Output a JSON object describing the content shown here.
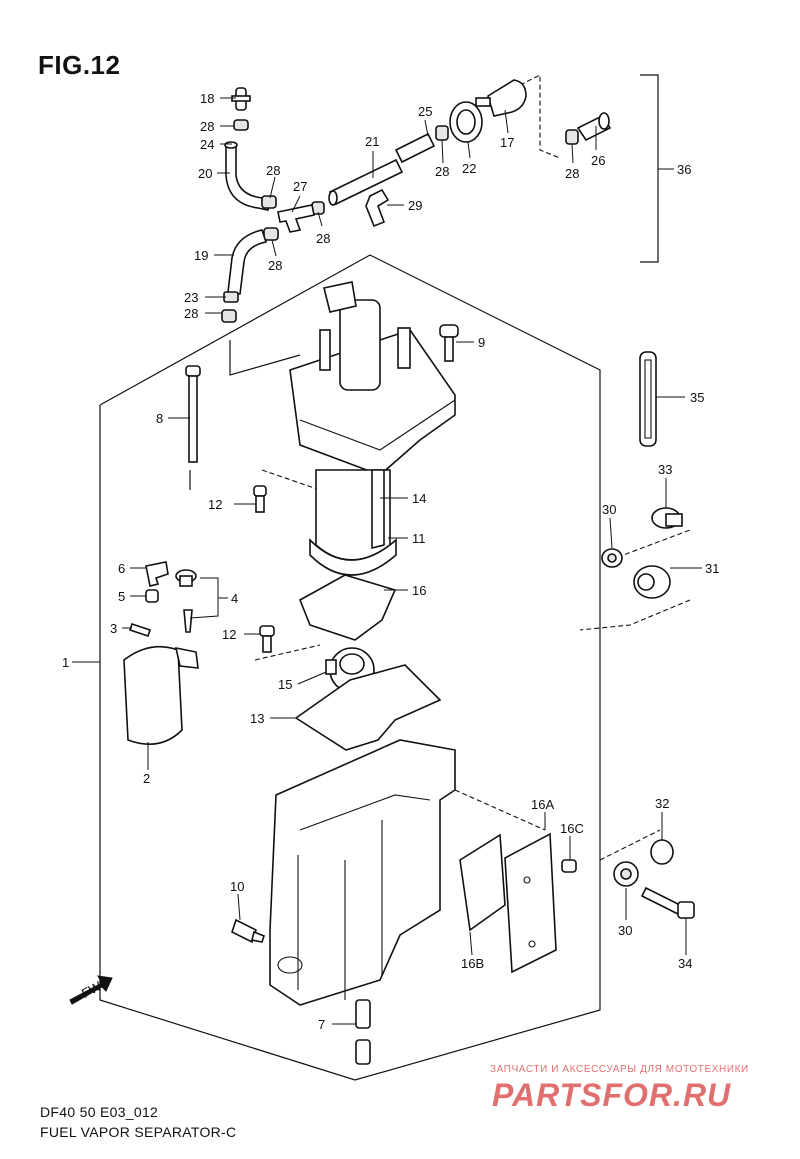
{
  "figure": {
    "title": "FIG.12",
    "code": "DF40 50 E03_012",
    "name": "FUEL VAPOR SEPARATOR-C"
  },
  "watermark": {
    "tagline": "ЗАПЧАСТИ И АКСЕССУАРЫ ДЛЯ МОТОТЕХНИКИ",
    "logo": "PARTSFOR.RU",
    "color": "#e07070"
  },
  "direction_marker": "FWD",
  "callouts": [
    {
      "id": "c18",
      "label": "18"
    },
    {
      "id": "c28a",
      "label": "28"
    },
    {
      "id": "c24",
      "label": "24"
    },
    {
      "id": "c20",
      "label": "20"
    },
    {
      "id": "c28b",
      "label": "28"
    },
    {
      "id": "c27",
      "label": "27"
    },
    {
      "id": "c28c",
      "label": "28"
    },
    {
      "id": "c28d",
      "label": "28"
    },
    {
      "id": "c19",
      "label": "19"
    },
    {
      "id": "c23",
      "label": "23"
    },
    {
      "id": "c28e",
      "label": "28"
    },
    {
      "id": "c21",
      "label": "21"
    },
    {
      "id": "c25",
      "label": "25"
    },
    {
      "id": "c28f",
      "label": "28"
    },
    {
      "id": "c22",
      "label": "22"
    },
    {
      "id": "c17",
      "label": "17"
    },
    {
      "id": "c28g",
      "label": "28"
    },
    {
      "id": "c26",
      "label": "26"
    },
    {
      "id": "c36",
      "label": "36"
    },
    {
      "id": "c29",
      "label": "29"
    },
    {
      "id": "c9",
      "label": "9"
    },
    {
      "id": "c8",
      "label": "8"
    },
    {
      "id": "c35",
      "label": "35"
    },
    {
      "id": "c14",
      "label": "14"
    },
    {
      "id": "c12a",
      "label": "12"
    },
    {
      "id": "c33",
      "label": "33"
    },
    {
      "id": "c11",
      "label": "11"
    },
    {
      "id": "c30a",
      "label": "30"
    },
    {
      "id": "c31",
      "label": "31"
    },
    {
      "id": "c6",
      "label": "6"
    },
    {
      "id": "c5",
      "label": "5"
    },
    {
      "id": "c4",
      "label": "4"
    },
    {
      "id": "c16",
      "label": "16"
    },
    {
      "id": "c3",
      "label": "3"
    },
    {
      "id": "c12b",
      "label": "12"
    },
    {
      "id": "c1",
      "label": "1"
    },
    {
      "id": "c15",
      "label": "15"
    },
    {
      "id": "c13",
      "label": "13"
    },
    {
      "id": "c2",
      "label": "2"
    },
    {
      "id": "c16a",
      "label": "16A"
    },
    {
      "id": "c32",
      "label": "32"
    },
    {
      "id": "c16c",
      "label": "16C"
    },
    {
      "id": "c10",
      "label": "10"
    },
    {
      "id": "c30b",
      "label": "30"
    },
    {
      "id": "c16b",
      "label": "16B"
    },
    {
      "id": "c34",
      "label": "34"
    },
    {
      "id": "c7",
      "label": "7"
    }
  ]
}
